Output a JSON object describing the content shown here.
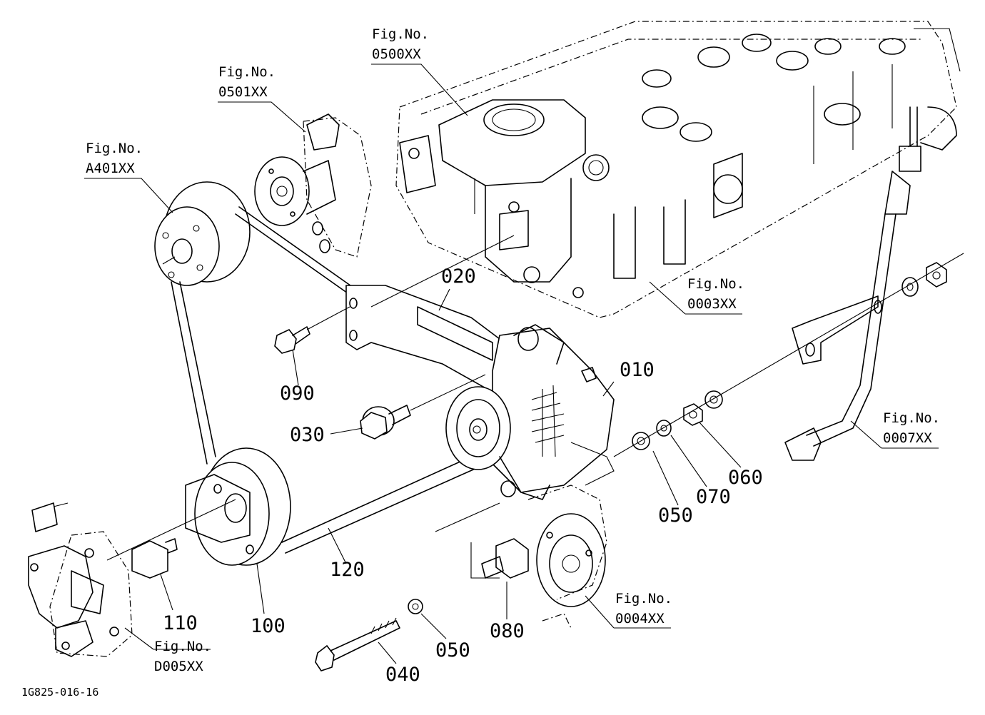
{
  "parts": {
    "p010": "010",
    "p020": "020",
    "p030": "030",
    "p040": "040",
    "p050a": "050",
    "p050b": "050",
    "p060": "060",
    "p070": "070",
    "p080": "080",
    "p090": "090",
    "p100": "100",
    "p110": "110",
    "p120": "120"
  },
  "figure_refs": {
    "caption": "Fig.No.",
    "f0500": "0500XX",
    "f0501": "0501XX",
    "fA401": "A401XX",
    "f0003": "0003XX",
    "f0007": "0007XX",
    "f0004": "0004XX",
    "fD005": "D005XX"
  },
  "drawing_code": "1G825-016-16"
}
